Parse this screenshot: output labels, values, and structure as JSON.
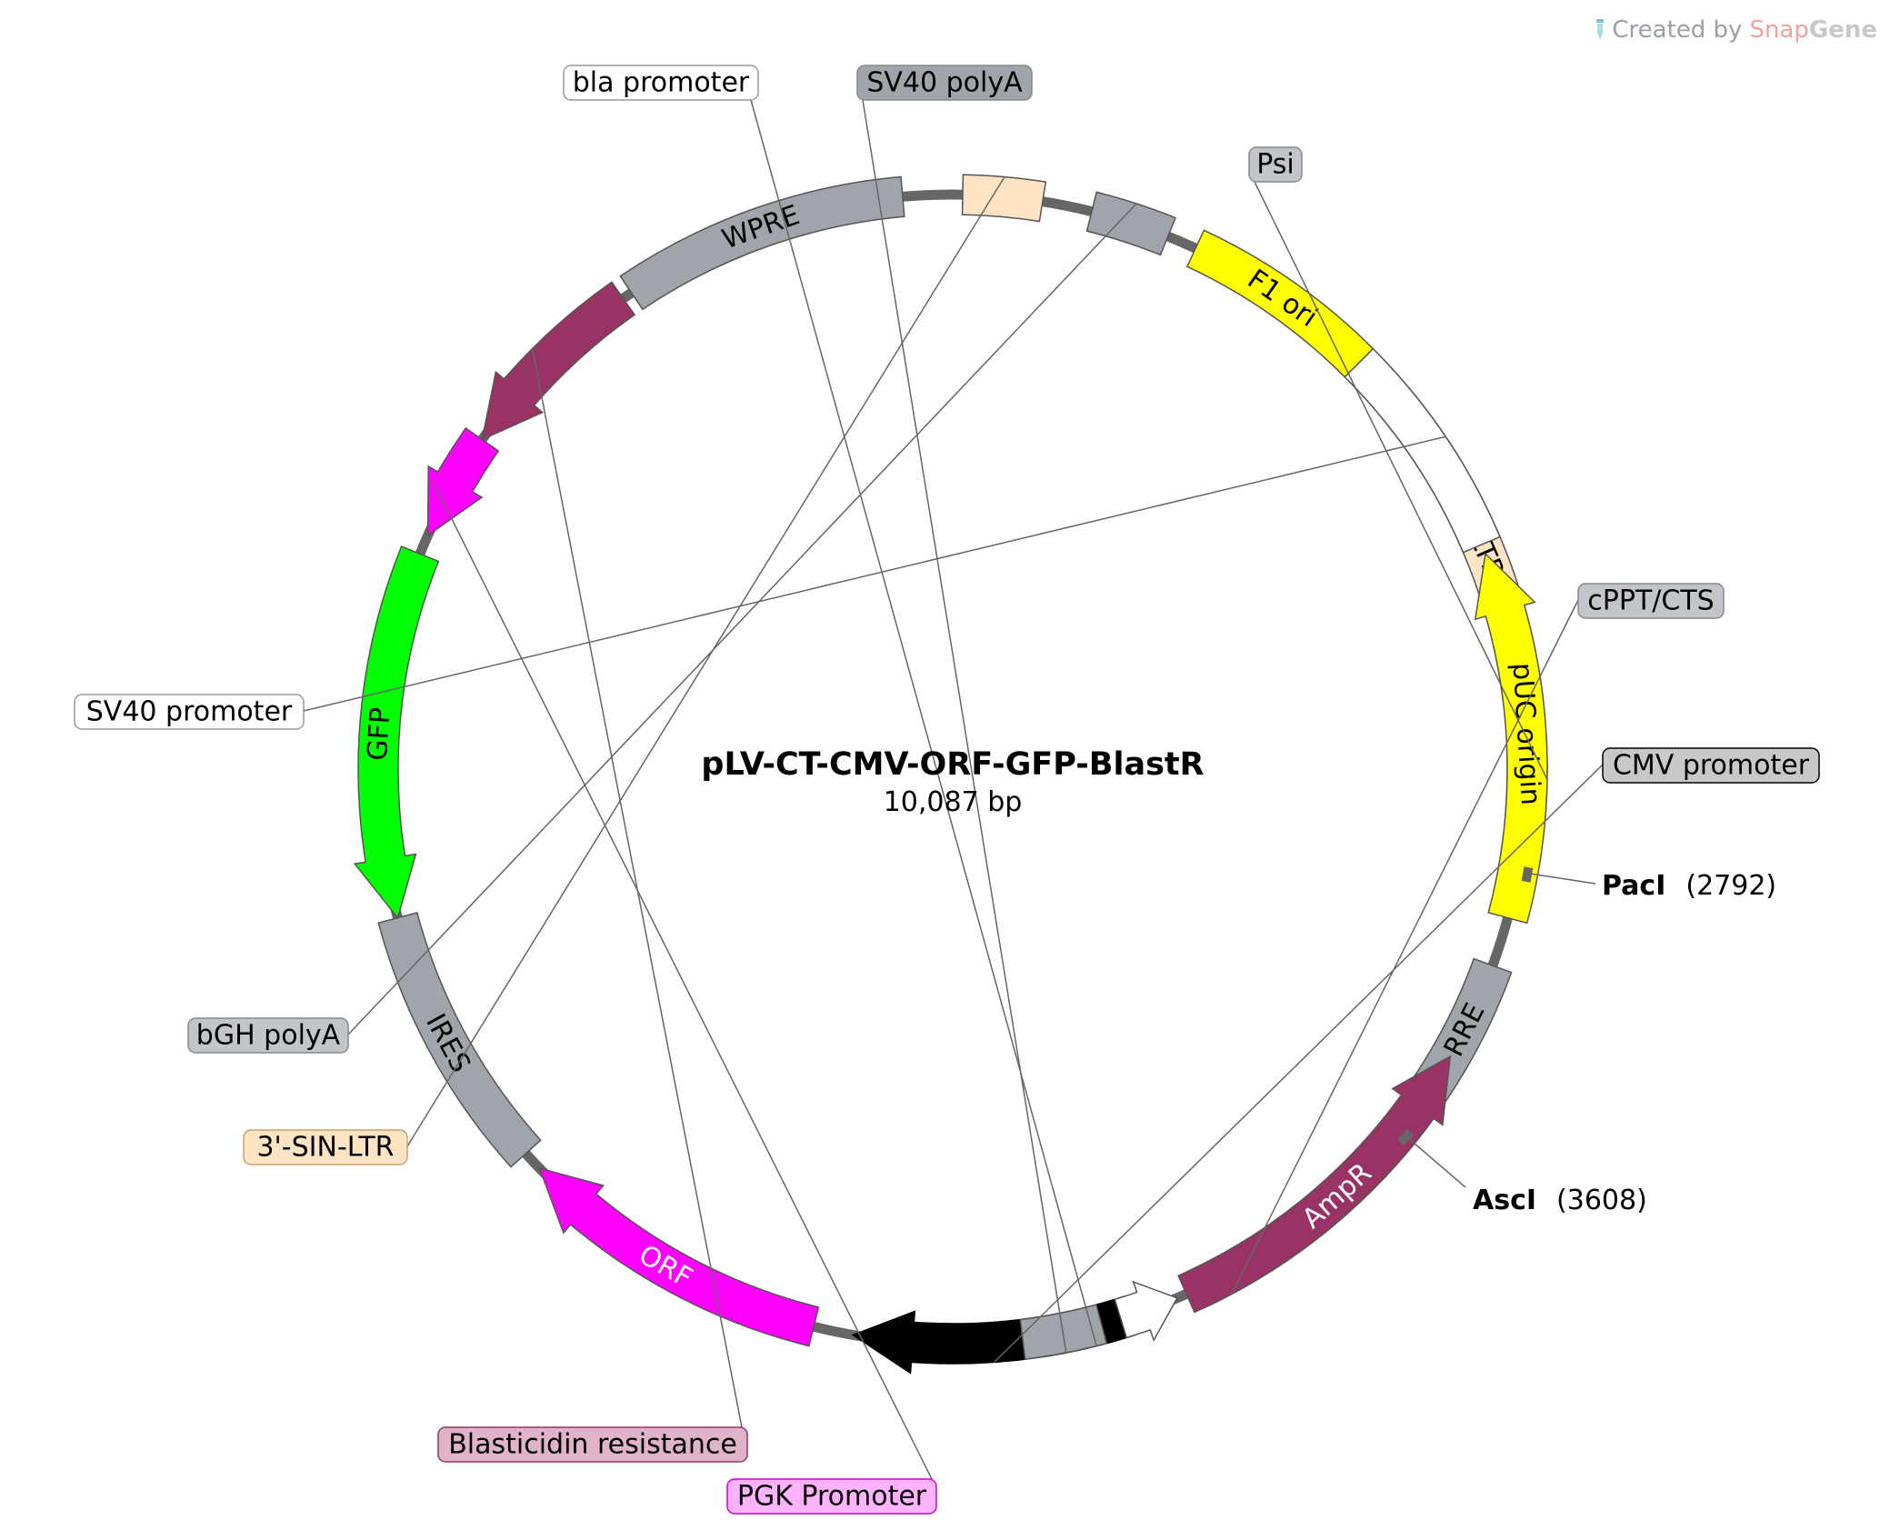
{
  "credit": {
    "prefix": "Created by",
    "brand_snap": "Snap",
    "brand_gene": "Gene"
  },
  "plasmid": {
    "name": "pLV-CT-CMV-ORF-GFP-BlastR",
    "length_label": "10,087 bp"
  },
  "colors": {
    "backbone": "#666666",
    "gray_feature": "#a0a5ab",
    "ltr": "#ffe4c4",
    "ampr": "#993366",
    "yellow": "#ffff00",
    "magenta": "#ff00ff",
    "green": "#00ff00",
    "black": "#000000",
    "white": "#ffffff"
  },
  "features": [
    {
      "id": "ltr5",
      "label": "5'-LTR",
      "color": "#ffe4c4",
      "textColor": "#000000",
      "start": 320,
      "end": 353,
      "kind": "box",
      "inside": true
    },
    {
      "id": "psi",
      "label": "Psi",
      "color": "#a0a5ab",
      "textColor": "#000000",
      "start": 357,
      "end": 365,
      "kind": "box",
      "inside": false
    },
    {
      "id": "rre",
      "label": "RRE",
      "color": "#a0a5ab",
      "textColor": "#000000",
      "start": 380,
      "end": 394,
      "kind": "box",
      "inside": true
    },
    {
      "id": "cppt",
      "label": "cPPT/CTS",
      "color": "#a0a5ab",
      "textColor": "#000000",
      "start": 419,
      "end": 425,
      "kind": "box",
      "inside": false
    },
    {
      "id": "cmv",
      "label": "CMV promoter",
      "color": "#000000",
      "textColor": "#000000",
      "start": 432,
      "end": 460,
      "kind": "arrow",
      "inside": false
    },
    {
      "id": "orf",
      "label": "ORF",
      "color": "#ff00ff",
      "textColor": "#ffffff",
      "start": 464,
      "end": 496,
      "kind": "arrow",
      "inside": true
    },
    {
      "id": "ires",
      "label": "IRES",
      "color": "#a0a5ab",
      "textColor": "#000000",
      "start": 498,
      "end": 525,
      "kind": "box",
      "inside": true
    },
    {
      "id": "gfp",
      "label": "GFP",
      "color": "#00ff00",
      "textColor": "#000000",
      "start": 525,
      "end": 562,
      "kind": "arrow",
      "inside": true
    },
    {
      "id": "pgk",
      "label": "PGK Promoter",
      "color": "#ff00ff",
      "textColor": "#000000",
      "start": 564,
      "end": 575,
      "kind": "arrow",
      "inside": false
    },
    {
      "id": "blast",
      "label": "Blasticidin resistance",
      "color": "#993366",
      "textColor": "#000000",
      "start": 575,
      "end": 595,
      "kind": "arrow",
      "inside": false
    },
    {
      "id": "wpre",
      "label": "WPRE",
      "color": "#a0a5ab",
      "textColor": "#000000",
      "start": 596,
      "end": 625,
      "kind": "box",
      "inside": true
    },
    {
      "id": "ltr3",
      "label": "3'-SIN-LTR",
      "color": "#ffe4c4",
      "textColor": "#000000",
      "start": 631,
      "end": 639,
      "kind": "box",
      "inside": false
    },
    {
      "id": "bgh",
      "label": "bGH polyA",
      "color": "#a0a5ab",
      "textColor": "#000000",
      "start": 644,
      "end": 652,
      "kind": "box",
      "inside": false
    },
    {
      "id": "f1",
      "label": "F1 ori",
      "color": "#ffff00",
      "textColor": "#000000",
      "start": 655,
      "end": 675,
      "kind": "box",
      "inside": true
    },
    {
      "id": "sv40p",
      "label": "SV40 promoter",
      "color": "#ffffff",
      "textColor": "#000000",
      "start": 675,
      "end": 697,
      "kind": "box",
      "inside": false
    },
    {
      "id": "puc",
      "label": "pUC origin",
      "color": "#ffff00",
      "textColor": "#000000",
      "start": 698,
      "end": 735,
      "kind": "arrow",
      "inside": true
    },
    {
      "id": "ampr",
      "label": "AmpR",
      "color": "#993366",
      "textColor": "#ffffff",
      "start": 750,
      "end": 786,
      "kind": "arrow",
      "inside": true
    },
    {
      "id": "blap",
      "label": "bla promoter",
      "color": "#ffffff",
      "textColor": "#000000",
      "start": 787,
      "end": 793,
      "kind": "arrow",
      "inside": false
    },
    {
      "id": "sv40pa",
      "label": "SV40 polyA",
      "color": "#a0a5ab",
      "textColor": "#000000",
      "start": 795,
      "end": 803,
      "kind": "box",
      "inside": false
    }
  ],
  "outside_labels": [
    {
      "id": "bla",
      "text": "bla promoter",
      "fill": "#ffffff",
      "stroke": "#999999"
    },
    {
      "id": "sv40pa",
      "text": "SV40 polyA",
      "fill": "#a0a5ab",
      "stroke": "#888888"
    },
    {
      "id": "psi",
      "text": "Psi",
      "fill": "#c2c5c9",
      "stroke": "#888888"
    },
    {
      "id": "cppt",
      "text": "cPPT/CTS",
      "fill": "#c2c5c9",
      "stroke": "#888888"
    },
    {
      "id": "cmv",
      "text": "CMV promoter",
      "fill": "#c8c8c8",
      "stroke": "#000000"
    },
    {
      "id": "sv40p",
      "text": "SV40 promoter",
      "fill": "#ffffff",
      "stroke": "#999999"
    },
    {
      "id": "bgh",
      "text": "bGH polyA",
      "fill": "#c2c5c9",
      "stroke": "#888888"
    },
    {
      "id": "ltr3",
      "text": "3'-SIN-LTR",
      "fill": "#ffe4c4",
      "stroke": "#c8a070"
    },
    {
      "id": "blast",
      "text": "Blasticidin resistance",
      "fill": "#e0b3c8",
      "stroke": "#993366"
    },
    {
      "id": "pgk",
      "text": "PGK Promoter",
      "fill": "#ffb3ff",
      "stroke": "#cc00cc"
    }
  ],
  "sites": [
    {
      "id": "paci",
      "name": "PacI",
      "position": "(2792)"
    },
    {
      "id": "asci",
      "name": "AscI",
      "position": "(3608)"
    }
  ]
}
